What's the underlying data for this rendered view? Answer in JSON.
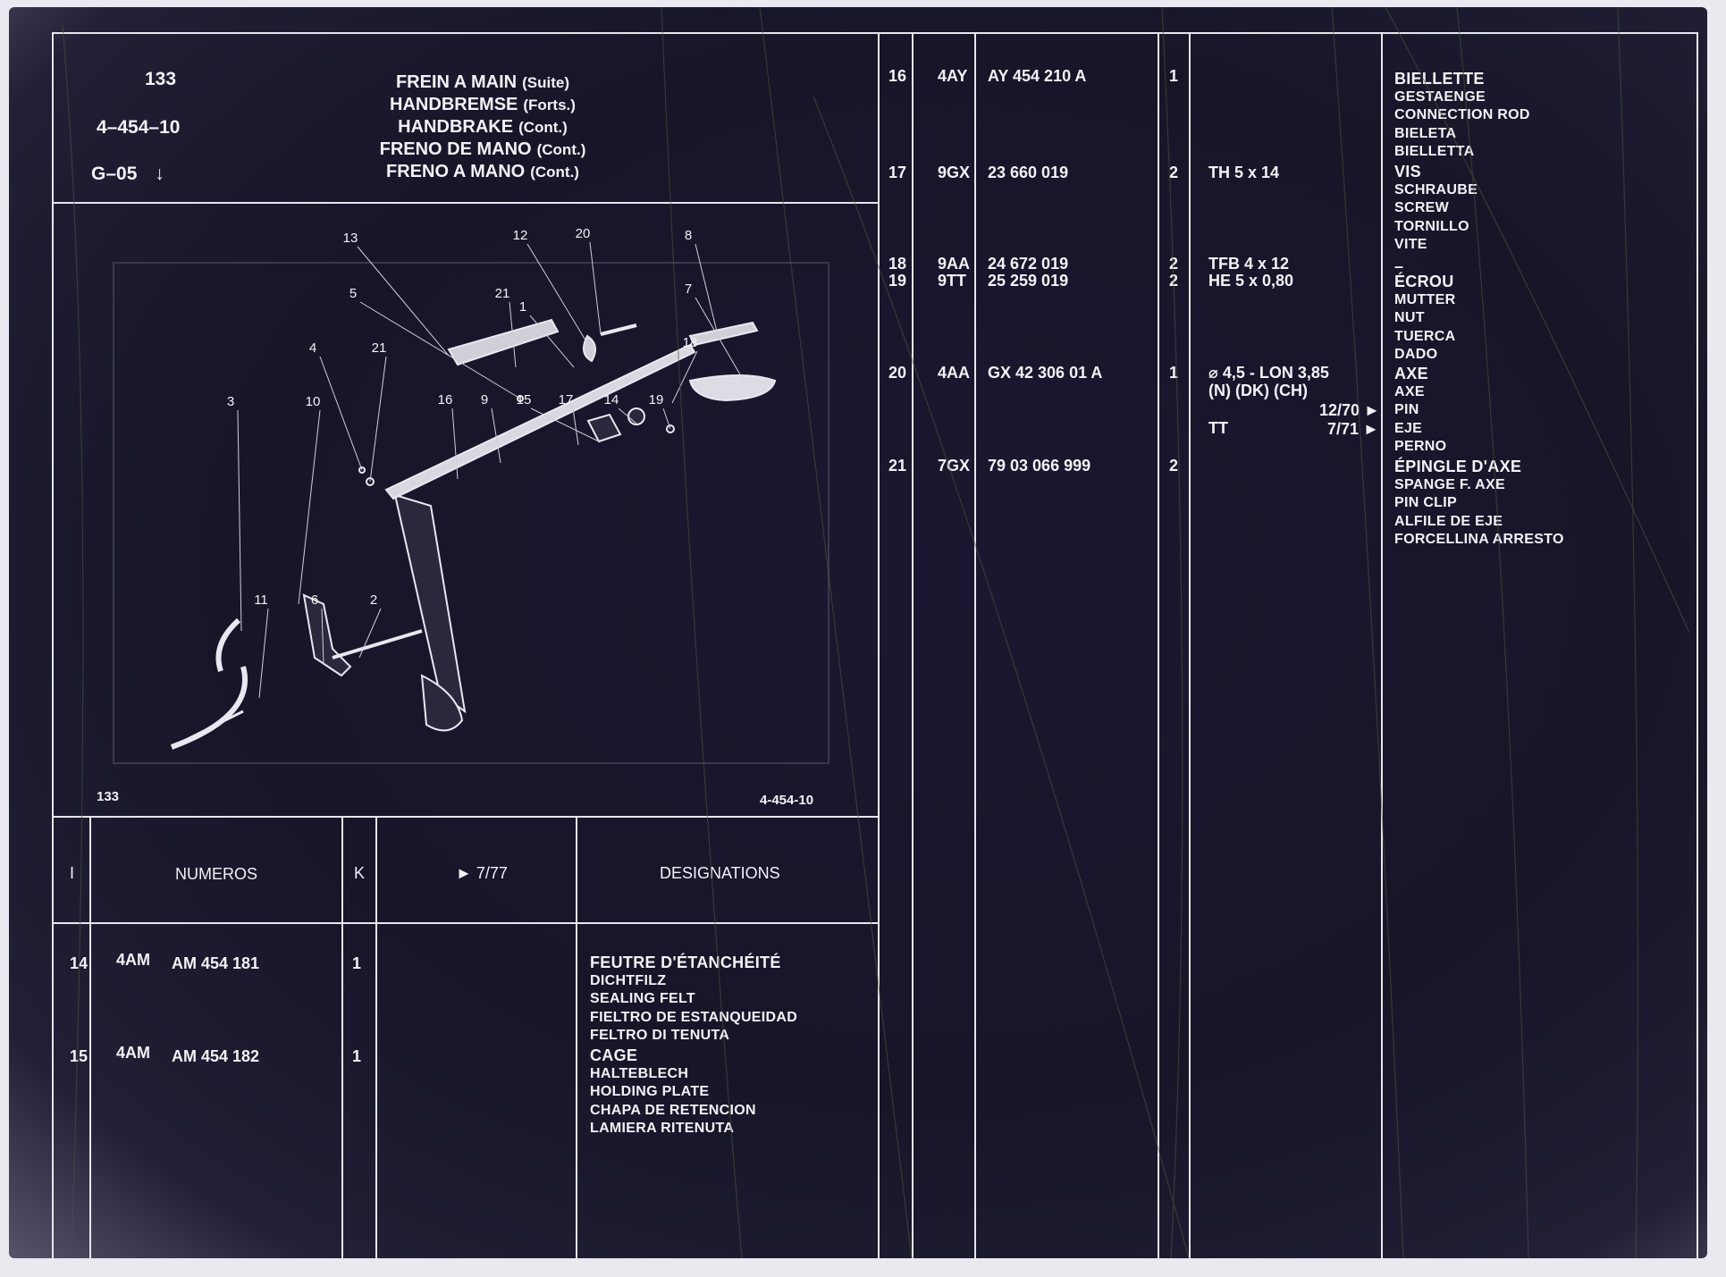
{
  "header": {
    "page_number": "133",
    "section_code": "4–454–10",
    "group_code": "G–05",
    "group_arrow": "↓",
    "titles": [
      {
        "main": "FREIN A MAIN",
        "suffix": "(Suite)"
      },
      {
        "main": "HANDBREMSE",
        "suffix": "(Forts.)"
      },
      {
        "main": "HANDBRAKE",
        "suffix": "(Cont.)"
      },
      {
        "main": "FRENO DE MANO",
        "suffix": "(Cont.)"
      },
      {
        "main": "FRENO A MANO",
        "suffix": "(Cont.)"
      }
    ]
  },
  "diagram": {
    "footer_left": "133",
    "footer_right": "4-454-10",
    "callouts": [
      "13",
      "12",
      "20",
      "8",
      "5",
      "21",
      "7",
      "1",
      "4",
      "21",
      "18",
      "3",
      "10",
      "16",
      "9",
      "15",
      "17",
      "14",
      "19",
      "11",
      "6",
      "2"
    ]
  },
  "table_headers": {
    "index": "I",
    "numbers": "NUMEROS",
    "qty": "K",
    "date": "► 7/77",
    "designations": "DESIGNATIONS"
  },
  "left_rows": [
    {
      "index": "14",
      "code": "4AM",
      "ref": "AM  454  181",
      "qty": "1",
      "note": "",
      "designations": [
        "FEUTRE D'ÉTANCHÉITÉ",
        "DICHTFILZ",
        "SEALING FELT",
        "FIELTRO DE ESTANQUEIDAD",
        "FELTRO DI TENUTA"
      ]
    },
    {
      "index": "15",
      "code": "4AM",
      "ref": "AM  454  182",
      "qty": "1",
      "note": "",
      "designations": [
        "CAGE",
        "HALTEBLECH",
        "HOLDING PLATE",
        "CHAPA DE RETENCION",
        "LAMIERA RITENUTA"
      ]
    }
  ],
  "right_rows": [
    {
      "index": "16",
      "code": "4AY",
      "ref": "AY  454  210  A",
      "qty": "1",
      "note": ""
    },
    {
      "index": "17",
      "code": "9GX",
      "ref": "23  660  019",
      "qty": "2",
      "note": "TH 5 x 14"
    },
    {
      "index": "18",
      "code": "9AA",
      "ref": "24  672  019",
      "qty": "2",
      "note": "TFB 4 x 12"
    },
    {
      "index": "19",
      "code": "9TT",
      "ref": "25  259  019",
      "qty": "2",
      "note": "HE  5 x 0,80"
    },
    {
      "index": "20",
      "code": "4AA",
      "ref": "GX  42  306  01  A",
      "qty": "1",
      "note": "⌀ 4,5 - LON 3,85",
      "note2": "(N) (DK) (CH)"
    },
    {
      "index": "21",
      "code": "7GX",
      "ref": "79  03  066  999",
      "qty": "2",
      "note": ""
    }
  ],
  "right_row20_extra": {
    "date1": "12/70 ►",
    "tt": "TT",
    "date2": "7/71 ►"
  },
  "right_designations": [
    [
      "BIELLETTE",
      "GESTAENGE",
      "CONNECTION ROD",
      "BIELETA",
      "BIELLETTA"
    ],
    [
      "VIS",
      "SCHRAUBE",
      "SCREW",
      "TORNILLO",
      "VITE"
    ],
    [
      "–"
    ],
    [
      "ÉCROU",
      "MUTTER",
      "NUT",
      "TUERCA",
      "DADO"
    ],
    [
      "AXE",
      "AXE",
      "PIN",
      "EJE",
      "PERNO"
    ],
    [
      "ÉPINGLE D'AXE",
      "SPANGE F. AXE",
      "PIN CLIP",
      "ALFILE DE EJE",
      "FORCELLINA ARRESTO"
    ]
  ],
  "colors": {
    "background": "#171528",
    "ink": "#f2f2f6"
  }
}
